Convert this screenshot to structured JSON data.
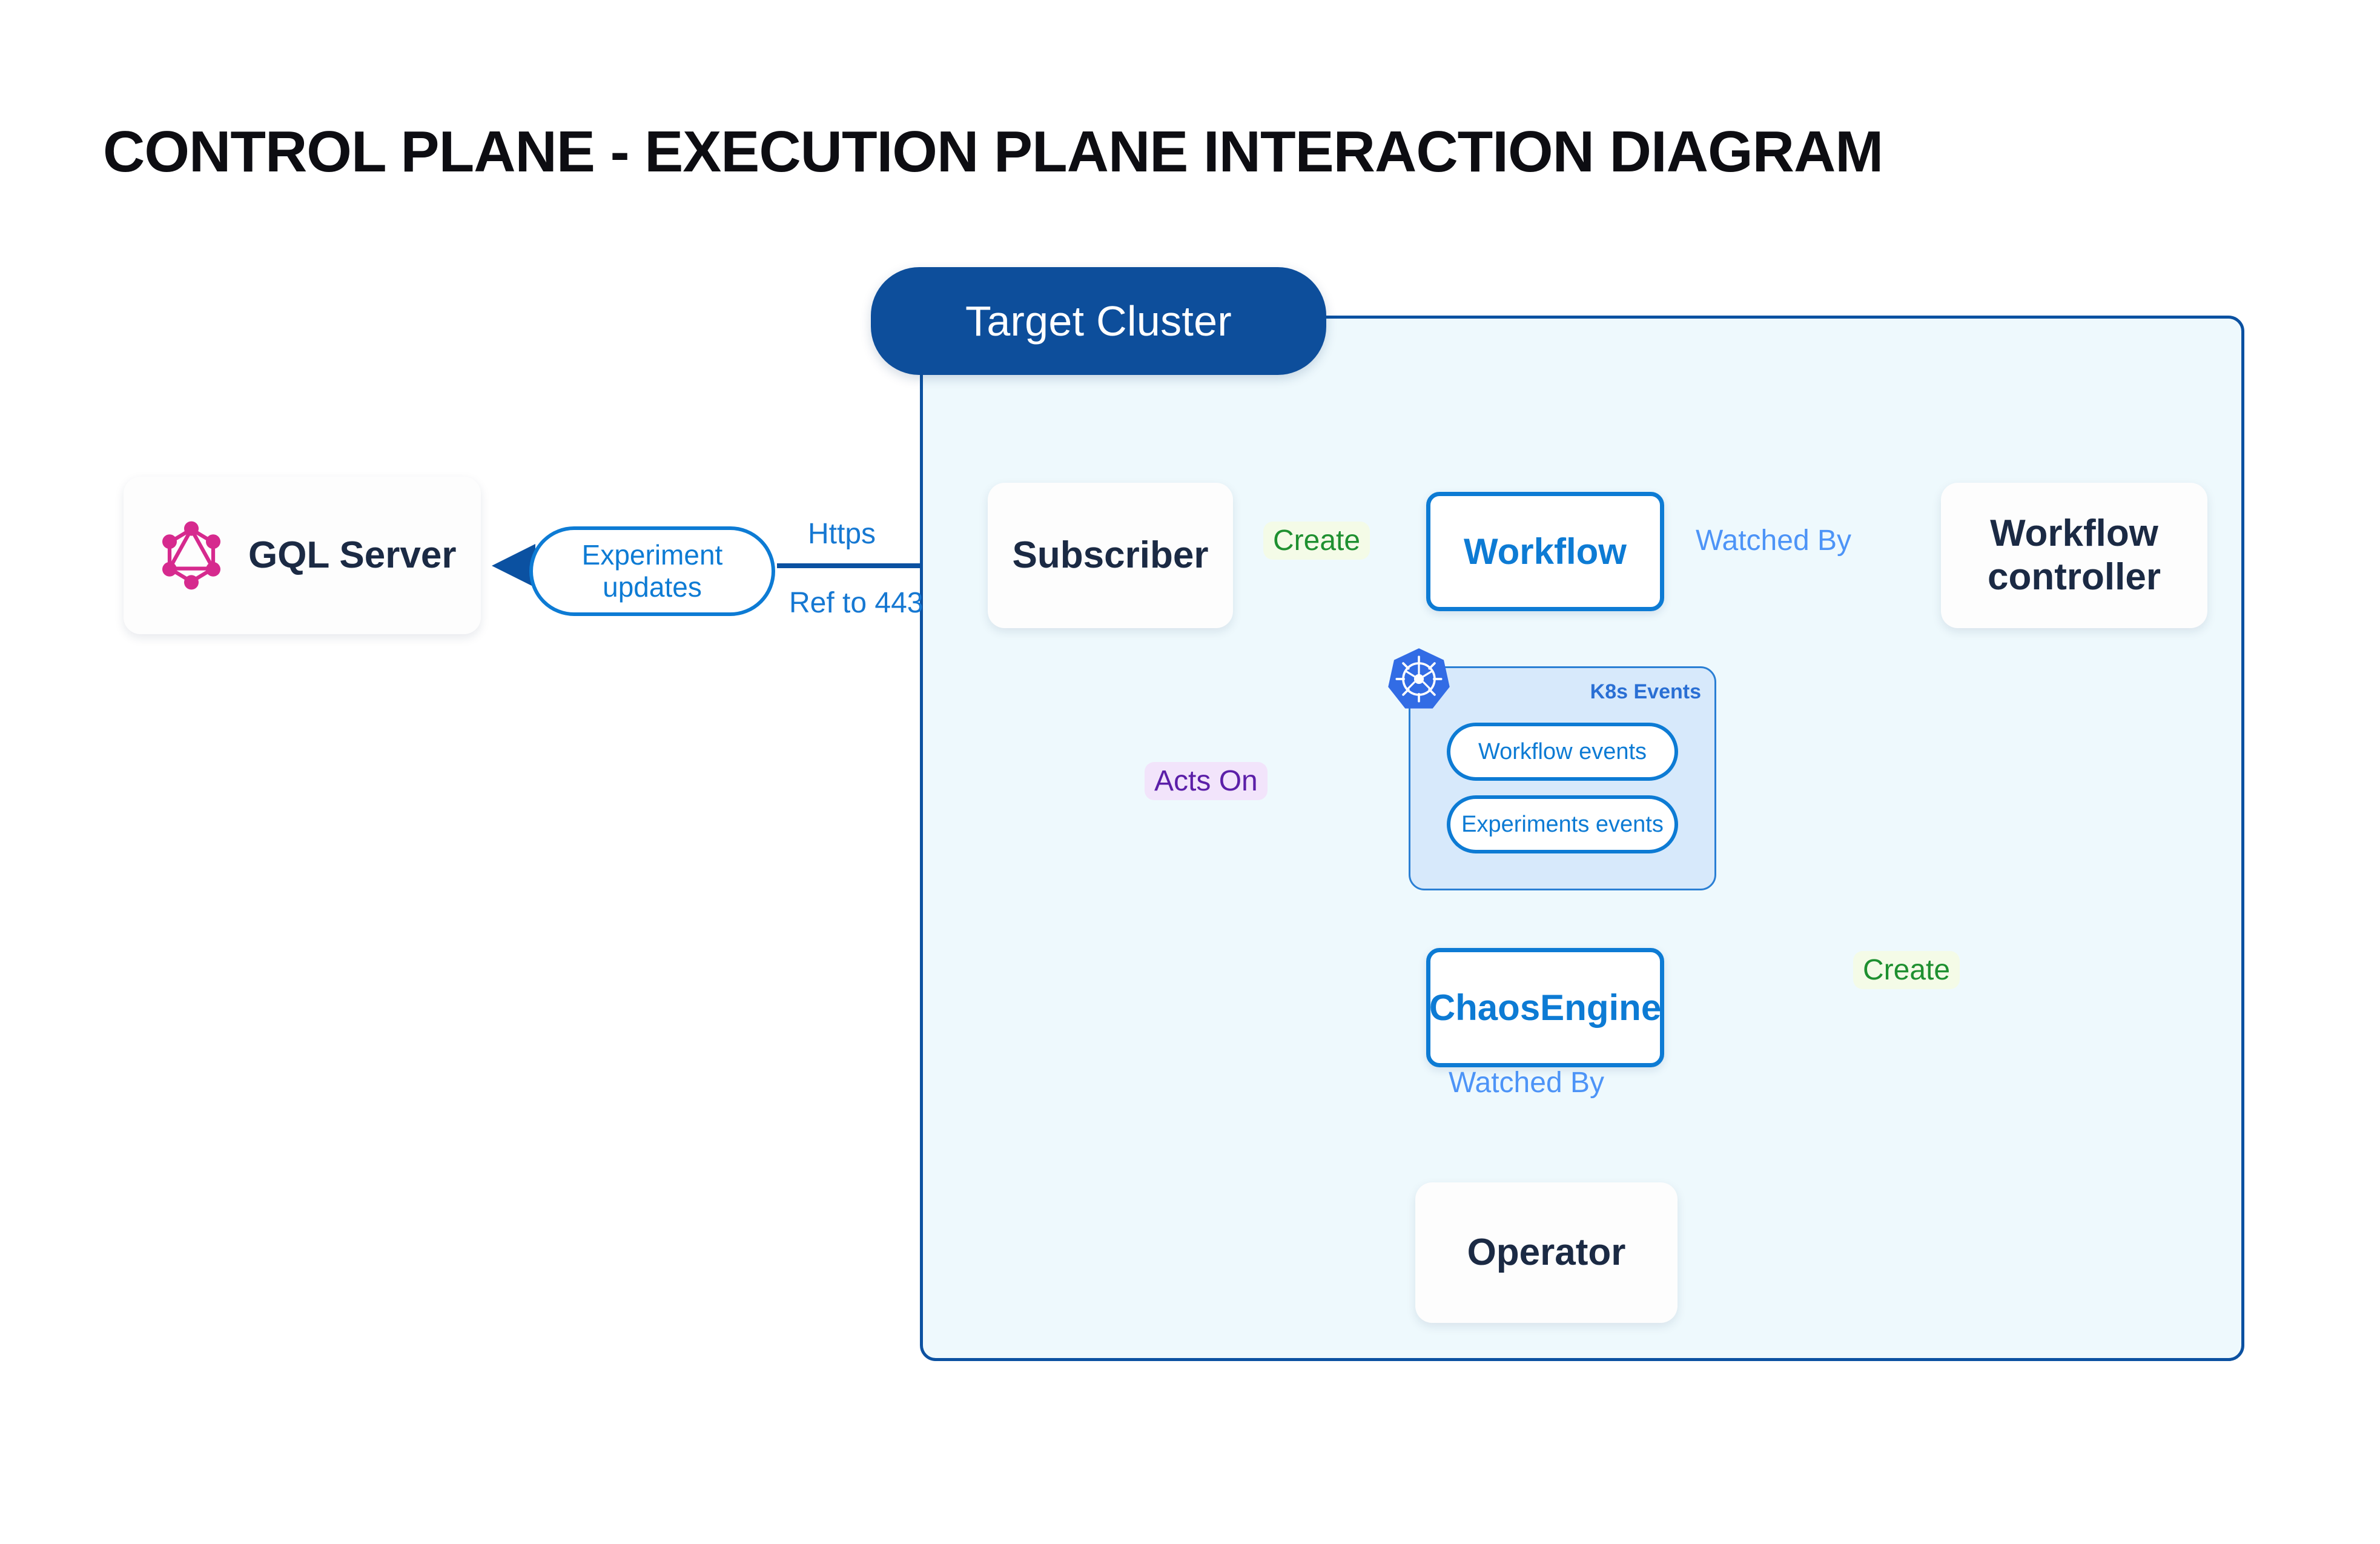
{
  "page": {
    "title": "CONTROL PLANE - EXECUTION PLANE INTERACTION DIAGRAM",
    "background": "#ffffff"
  },
  "colors": {
    "cluster_border": "#0b51a1",
    "cluster_fill": "#eef9fd",
    "cluster_badge": "#0d4e9b",
    "blue_accent": "#0d7bd4",
    "light_blue_label": "#4d94f7",
    "link_blue": "#1678d2",
    "green": "#1e9030",
    "green_chip_bg": "#f4fbe7",
    "purple": "#5b1fa8",
    "purple_chip_bg": "#f2e4fb",
    "dark_text": "#1b2a44",
    "graphql_magenta": "#d62a8e",
    "k8s_blue": "#326ce5",
    "k8s_group_fill": "#d7e9fb",
    "gray_arrow": "#4a5568"
  },
  "cluster": {
    "badge_label": "Target Cluster"
  },
  "nodes": {
    "gql_server": {
      "label": "GQL Server",
      "icon": "graphql-logo-icon"
    },
    "subscriber": {
      "label": "Subscriber"
    },
    "workflow": {
      "label": "Workflow"
    },
    "workflow_controller": {
      "label": "Workflow controller"
    },
    "chaos_engine": {
      "label": "ChaosEngine"
    },
    "operator": {
      "label": "Operator"
    }
  },
  "k8s_events_group": {
    "title": "K8s Events",
    "icon": "kubernetes-logo-icon",
    "items": [
      {
        "label": "Workflow events"
      },
      {
        "label": "Experiments events"
      }
    ]
  },
  "edge_labels": {
    "experiment_updates": "Experiment updates",
    "https": "Https",
    "ref_to_443": "Ref to 443",
    "create_subscriber_workflow": "Create",
    "watched_by_workflow_controller": "Watched By",
    "acts_on": "Acts On",
    "create_controller_chaosengine": "Create",
    "watched_by_operator": "Watched By"
  },
  "edges": [
    {
      "from": "subscriber",
      "to": "gql_server",
      "label": "Experiment updates",
      "color": "#0b51a1"
    },
    {
      "from": "subscriber",
      "to": "workflow",
      "label": "Create",
      "color": "#1e9030"
    },
    {
      "from": "workflow",
      "to": "workflow_controller",
      "label": "Watched By",
      "color": "#4d94f7"
    },
    {
      "from": "subscriber",
      "to": "k8s_events_group",
      "label": "Acts On",
      "color": "#5b1fa8"
    },
    {
      "from": "workflow_controller",
      "to": "chaos_engine",
      "label": "Create",
      "color": "#1e9030"
    },
    {
      "from": "chaos_engine",
      "to": "operator",
      "label": "Watched By",
      "color": "#4d94f7"
    },
    {
      "from": "k8s_events_group",
      "to": "workflow",
      "label": "",
      "color": "#4a5568"
    },
    {
      "from": "k8s_events_group",
      "to": "chaos_engine",
      "label": "",
      "color": "#4a5568"
    }
  ]
}
